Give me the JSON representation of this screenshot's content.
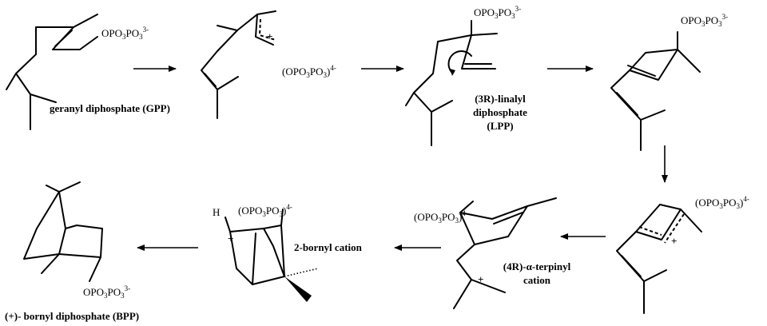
{
  "labels": {
    "gpp": "geranyl diphosphate (GPP)",
    "lpp_1": "(3R)-linalyl",
    "lpp_2": "diphosphate",
    "lpp_3": "(LPP)",
    "terpinyl_1": "(4R)-α-terpinyl",
    "terpinyl_2": "cation",
    "bornyl_cation": "2-bornyl cation",
    "bpp": "(+)- bornyl diphosphate (BPP)"
  },
  "groups": {
    "opp": {
      "pre": "OPO",
      "sub1": "3",
      "mid": "PO",
      "sub2": "3",
      "sup": "3-"
    },
    "ppi": {
      "pre": "(OPO",
      "sub1": "3",
      "mid": "PO",
      "sub2": "3",
      "close": ")",
      "sup": "4-"
    }
  },
  "charges": {
    "plus": "+"
  },
  "atoms": {
    "hydrogen": "H"
  }
}
